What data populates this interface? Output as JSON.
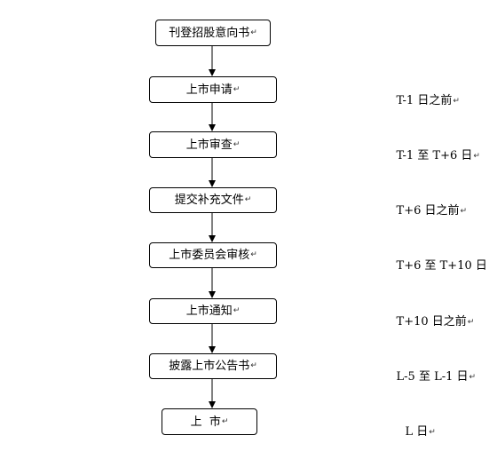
{
  "flowchart": {
    "steps": [
      {
        "label": "刊登招股意向书",
        "timing": ""
      },
      {
        "label": "上市申请",
        "timing": "T-1 日之前"
      },
      {
        "label": "上市审查",
        "timing": "T-1 至 T+6 日"
      },
      {
        "label": "提交补充文件",
        "timing": "T+6 日之前"
      },
      {
        "label": "上市委员会审核",
        "timing": "T+6 至 T+10 日"
      },
      {
        "label": "上市通知",
        "timing": "T+10 日之前"
      },
      {
        "label": "披露上市公告书",
        "timing": "L-5 至 L-1 日"
      },
      {
        "label": "上  市",
        "timing": "L 日"
      }
    ],
    "paragraph_mark": "↵",
    "line_mark": "↓"
  }
}
